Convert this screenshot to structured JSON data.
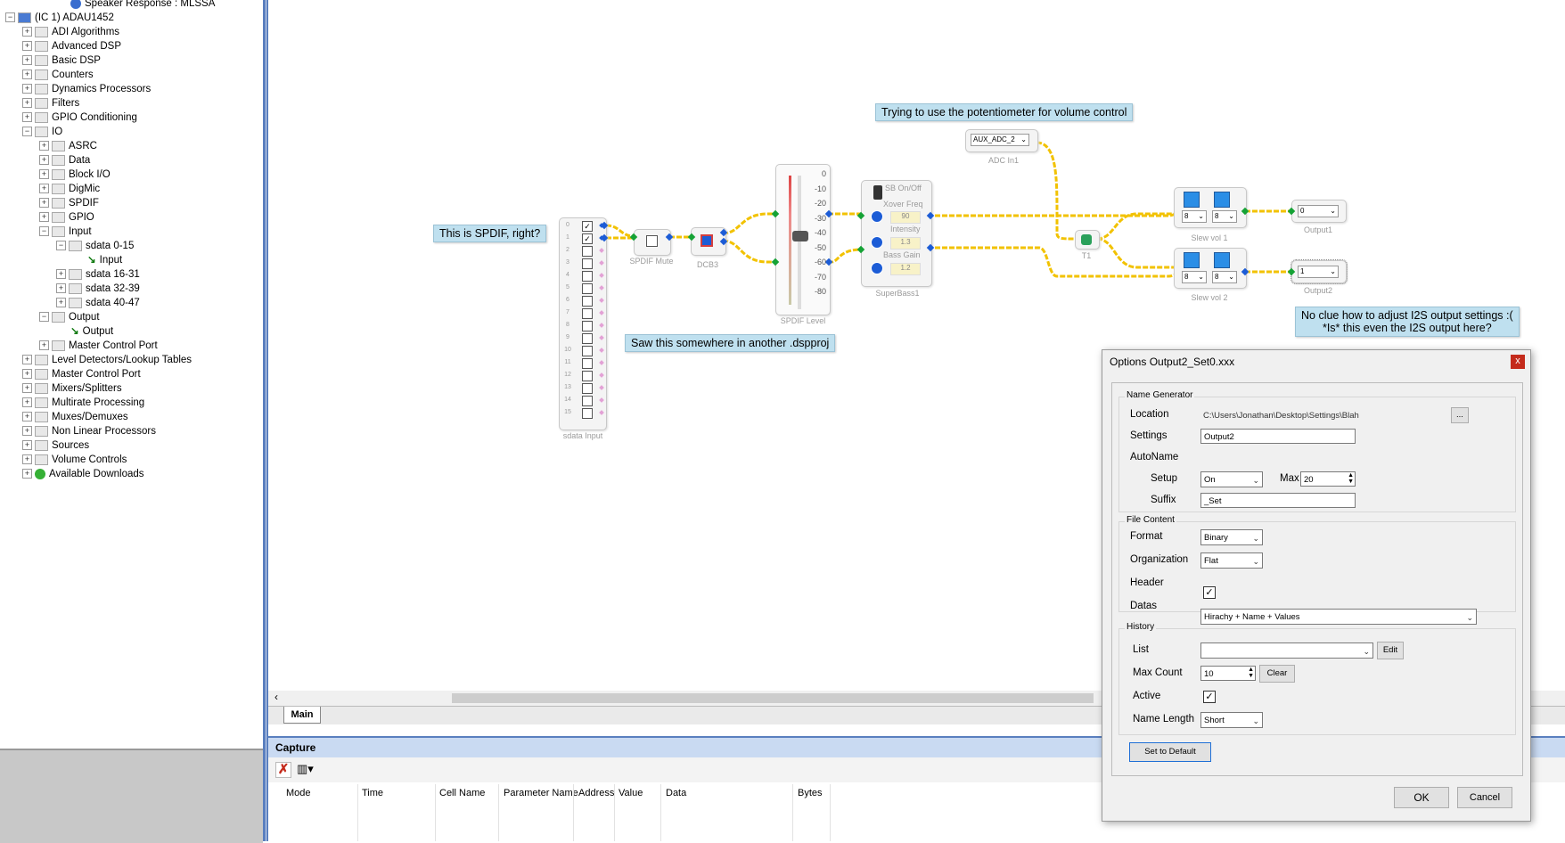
{
  "tree": {
    "items": [
      {
        "label": "Speaker Response : MLSSA",
        "indent": 3,
        "icon": "speaker-icon",
        "toggle": ""
      },
      {
        "label": "(IC 1) ADAU1452",
        "indent": 0,
        "icon": "chip-icon",
        "toggle": "−"
      },
      {
        "label": "ADI Algorithms",
        "indent": 1,
        "icon": "folder-icon",
        "toggle": "+"
      },
      {
        "label": "Advanced DSP",
        "indent": 1,
        "icon": "folder-icon",
        "toggle": "+"
      },
      {
        "label": "Basic DSP",
        "indent": 1,
        "icon": "folder-icon",
        "toggle": "+"
      },
      {
        "label": "Counters",
        "indent": 1,
        "icon": "folder-icon",
        "toggle": "+"
      },
      {
        "label": "Dynamics Processors",
        "indent": 1,
        "icon": "folder-icon",
        "toggle": "+"
      },
      {
        "label": "Filters",
        "indent": 1,
        "icon": "folder-icon",
        "toggle": "+"
      },
      {
        "label": "GPIO Conditioning",
        "indent": 1,
        "icon": "folder-icon",
        "toggle": "+"
      },
      {
        "label": "IO",
        "indent": 1,
        "icon": "folder-icon",
        "toggle": "−"
      },
      {
        "label": "ASRC",
        "indent": 2,
        "icon": "folder-icon",
        "toggle": "+"
      },
      {
        "label": "Data",
        "indent": 2,
        "icon": "folder-icon",
        "toggle": "+"
      },
      {
        "label": "Block I/O",
        "indent": 2,
        "icon": "folder-icon",
        "toggle": "+"
      },
      {
        "label": "DigMic",
        "indent": 2,
        "icon": "folder-icon",
        "toggle": "+"
      },
      {
        "label": "SPDIF",
        "indent": 2,
        "icon": "folder-icon",
        "toggle": "+"
      },
      {
        "label": "GPIO",
        "indent": 2,
        "icon": "folder-icon",
        "toggle": "+"
      },
      {
        "label": "Input",
        "indent": 2,
        "icon": "folder-icon",
        "toggle": "−"
      },
      {
        "label": "sdata 0-15",
        "indent": 3,
        "icon": "folder-icon",
        "toggle": "−"
      },
      {
        "label": "Input",
        "indent": 4,
        "icon": "arrow-icon",
        "toggle": ""
      },
      {
        "label": "sdata 16-31",
        "indent": 3,
        "icon": "folder-icon",
        "toggle": "+"
      },
      {
        "label": "sdata 32-39",
        "indent": 3,
        "icon": "folder-icon",
        "toggle": "+"
      },
      {
        "label": "sdata 40-47",
        "indent": 3,
        "icon": "folder-icon",
        "toggle": "+"
      },
      {
        "label": "Output",
        "indent": 2,
        "icon": "folder-icon",
        "toggle": "−"
      },
      {
        "label": "Output",
        "indent": 3,
        "icon": "arrow-icon",
        "toggle": ""
      },
      {
        "label": "Master Control Port",
        "indent": 2,
        "icon": "folder-icon",
        "toggle": "+"
      },
      {
        "label": "Level Detectors/Lookup Tables",
        "indent": 1,
        "icon": "folder-icon",
        "toggle": "+"
      },
      {
        "label": "Master Control Port",
        "indent": 1,
        "icon": "folder-icon",
        "toggle": "+"
      },
      {
        "label": "Mixers/Splitters",
        "indent": 1,
        "icon": "folder-icon",
        "toggle": "+"
      },
      {
        "label": "Multirate Processing",
        "indent": 1,
        "icon": "folder-icon",
        "toggle": "+"
      },
      {
        "label": "Muxes/Demuxes",
        "indent": 1,
        "icon": "folder-icon",
        "toggle": "+"
      },
      {
        "label": "Non Linear Processors",
        "indent": 1,
        "icon": "folder-icon",
        "toggle": "+"
      },
      {
        "label": "Sources",
        "indent": 1,
        "icon": "folder-icon",
        "toggle": "+"
      },
      {
        "label": "Volume Controls",
        "indent": 1,
        "icon": "folder-icon",
        "toggle": "+"
      },
      {
        "label": "Available Downloads",
        "indent": 1,
        "icon": "download-icon",
        "toggle": "+"
      }
    ]
  },
  "notes": {
    "spdif": "This is SPDIF, right?",
    "pot": "Trying to use the potentiometer for volume control",
    "dspproj": "Saw this somewhere in another .dspproj",
    "i2s_line1": "No clue how to adjust I2S output settings :(",
    "i2s_line2": "*Is* this even the I2S output here?"
  },
  "blocks": {
    "sdata_input": "sdata Input",
    "sdata_channels": [
      "0",
      "1",
      "2",
      "3",
      "4",
      "5",
      "6",
      "7",
      "8",
      "9",
      "10",
      "11",
      "12",
      "13",
      "14",
      "15"
    ],
    "spdif_mute": "SPDIF Mute",
    "dcb": "DCB3",
    "spdif_level": "SPDIF Level",
    "level_ticks": [
      "0",
      "-10",
      "-20",
      "-30",
      "-40",
      "-50",
      "-60",
      "-70",
      "-80"
    ],
    "superbass": "SuperBass1",
    "sb_onoff": "SB On/Off",
    "xover_freq": "Xover Freq",
    "xover_val": "90",
    "intensity": "Intensity",
    "intensity_val": "1.3",
    "bass_gain": "Bass Gain",
    "bass_gain_val": "1.2",
    "adc_select": "AUX_ADC_2",
    "adc_label": "ADC In1",
    "t1": "T1",
    "slew1": "Slew vol 1",
    "slew2": "Slew vol 2",
    "slew_val": "8",
    "out1": "Output1",
    "out1_val": "0",
    "out2": "Output2",
    "out2_val": "1"
  },
  "tabs": {
    "main": "Main"
  },
  "capture": {
    "title": "Capture",
    "columns": [
      "Mode",
      "Time",
      "Cell Name",
      "Parameter Name",
      "Address",
      "Value",
      "Data",
      "Bytes"
    ]
  },
  "dialog": {
    "title": "Options Output2_Set0.xxx",
    "name_generator": "Name Generator",
    "location_label": "Location",
    "location_value": "C:\\Users\\Jonathan\\Desktop\\Settings\\Blah",
    "browse": "...",
    "settings_label": "Settings",
    "settings_value": "Output2",
    "autoname_label": "AutoName",
    "setup_label": "Setup",
    "setup_value": "On",
    "max_label": "Max",
    "max_value": "20",
    "suffix_label": "Suffix",
    "suffix_value": "_Set",
    "file_content": "File Content",
    "format_label": "Format",
    "format_value": "Binary",
    "organization_label": "Organization",
    "organization_value": "Flat",
    "header_label": "Header",
    "header_checked": true,
    "datas_label": "Datas",
    "datas_value": "Hirachy + Name + Values",
    "history": "History",
    "list_label": "List",
    "list_value": "",
    "edit": "Edit",
    "maxcount_label": "Max Count",
    "maxcount_value": "10",
    "clear": "Clear",
    "active_label": "Active",
    "active_checked": true,
    "namelength_label": "Name Length",
    "namelength_value": "Short",
    "set_default": "Set to Default",
    "ok": "OK",
    "cancel": "Cancel",
    "close": "x"
  },
  "colors": {
    "wire": "#f2c200",
    "pin_blue": "#1c5cd6",
    "pin_green": "#15a235",
    "accent": "#5a7fbf",
    "note_bg": "#bfe0ef",
    "close_red": "#c42b1c"
  }
}
